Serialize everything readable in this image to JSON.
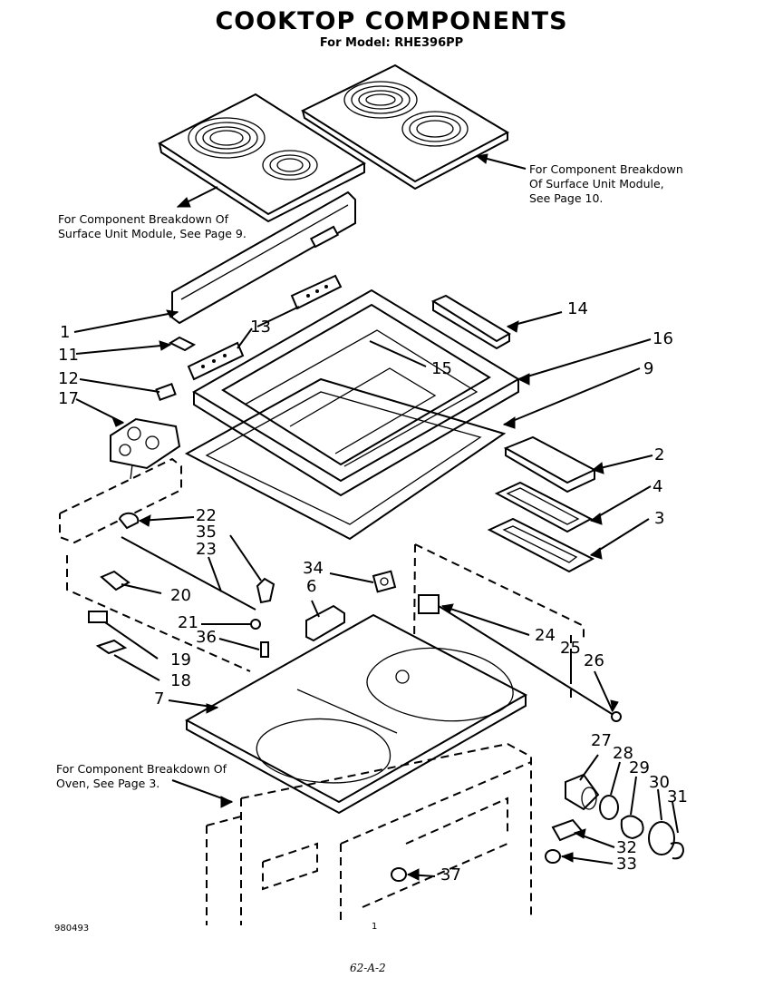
{
  "header": {
    "title": "COOKTOP COMPONENTS",
    "subtitle": "For Model: RHE396PP"
  },
  "notes": {
    "right_module": "For Component Breakdown\nOf Surface Unit Module,\nSee Page 10.",
    "left_module": "For Component Breakdown Of\nSurface Unit Module, See Page 9.",
    "oven": "For Component Breakdown Of\nOven, See Page 3."
  },
  "callouts": [
    "1",
    "2",
    "3",
    "4",
    "6",
    "7",
    "9",
    "11",
    "12",
    "13",
    "14",
    "15",
    "16",
    "17",
    "18",
    "19",
    "20",
    "21",
    "22",
    "23",
    "24",
    "25",
    "26",
    "27",
    "28",
    "29",
    "30",
    "31",
    "32",
    "33",
    "34",
    "35",
    "36",
    "37"
  ],
  "footer": {
    "code": "980493",
    "page_mark": "1",
    "handwritten": "62-A-2"
  }
}
